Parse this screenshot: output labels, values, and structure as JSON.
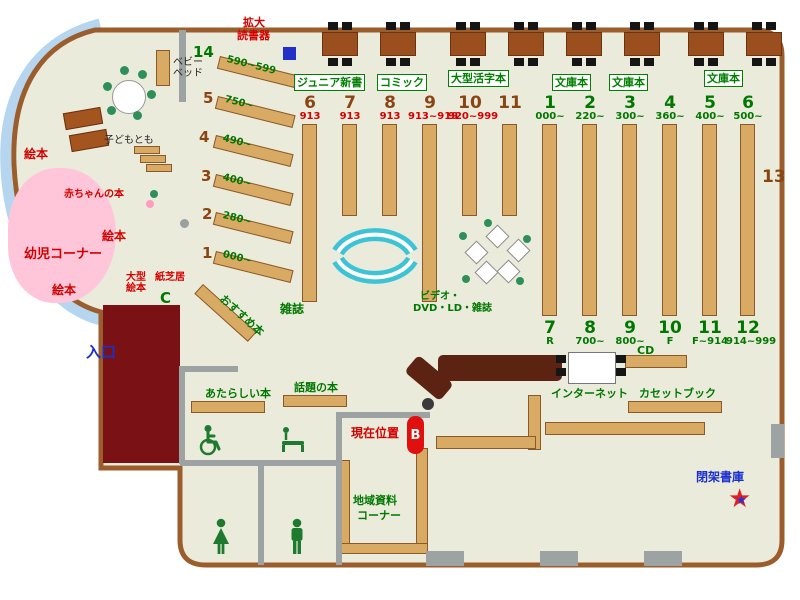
{
  "colors": {
    "floor": "#ebebdc",
    "wall": "#9b5d2b",
    "glass": "#b5d6ee",
    "shelf": "#d9aa63",
    "accent_green": "#007800",
    "accent_red": "#d40000",
    "accent_brown": "#8a4513",
    "accent_blue": "#1a2fd0",
    "entrance_mat": "#7a1115",
    "magazine_rack": "#3cc3d5",
    "counter": "#5c2312",
    "kids_area": "#ffc6d9"
  },
  "labels": {
    "magnifier_reader_l1": "拡大",
    "magnifier_reader_l2": "読書器",
    "junior_shinsho": "ジュニア新書",
    "comic": "コミック",
    "large_print": "大型活字本",
    "bunko": "文庫本",
    "num13": "13",
    "baby_bed_l1": "ベビー",
    "baby_bed_l2": "ベッド",
    "kodomo_no_tomo": "子どもとも",
    "ehon": "絵本",
    "akachan_books": "赤ちゃんの本",
    "yoji_corner": "幼児コーナー",
    "ogata_ehon_l1": "大型",
    "ogata_ehon_l2": "絵本",
    "kamishibai": "紙芝居",
    "c_mark": "C",
    "osusume_books": "おすすめ本",
    "zasshi": "雑誌",
    "video_l1": "ビデオ・",
    "video_l2": "DVD・LD・雑誌",
    "entrance": "入口",
    "new_books": "あたらしい本",
    "topic_books": "話題の本",
    "current_location": "現在位置",
    "marker_letter": "B",
    "chiiki_l1": "地域資料",
    "chiiki_l2": "コーナー",
    "internet": "インターネット",
    "cd": "CD",
    "cassette_book": "カセットブック",
    "closed_stacks": "閉架書庫",
    "star": "★"
  },
  "shelves": {
    "top_brown": [
      {
        "n": "6",
        "s": "913"
      },
      {
        "n": "7",
        "s": "913"
      },
      {
        "n": "8",
        "s": "913"
      },
      {
        "n": "9",
        "s": "913~919"
      },
      {
        "n": "10",
        "s": "920~999"
      },
      {
        "n": "11",
        "s": ""
      }
    ],
    "top_green": [
      {
        "n": "1",
        "s": "000~"
      },
      {
        "n": "2",
        "s": "220~"
      },
      {
        "n": "3",
        "s": "300~"
      },
      {
        "n": "4",
        "s": "360~"
      },
      {
        "n": "5",
        "s": "400~"
      },
      {
        "n": "6",
        "s": "500~"
      }
    ],
    "bottom_green": [
      {
        "n": "7",
        "s": "R"
      },
      {
        "n": "8",
        "s": "700~"
      },
      {
        "n": "9",
        "s": "800~"
      },
      {
        "n": "10",
        "s": "F"
      },
      {
        "n": "11",
        "s": "F~914"
      },
      {
        "n": "12",
        "s": "914~999"
      }
    ],
    "left_diagonal": [
      {
        "n": "14",
        "s": "590~599"
      },
      {
        "n": "5",
        "s": "750~"
      },
      {
        "n": "4",
        "s": "490~"
      },
      {
        "n": "3",
        "s": "400~"
      },
      {
        "n": "2",
        "s": "280~"
      },
      {
        "n": "1",
        "s": "000~"
      }
    ]
  }
}
